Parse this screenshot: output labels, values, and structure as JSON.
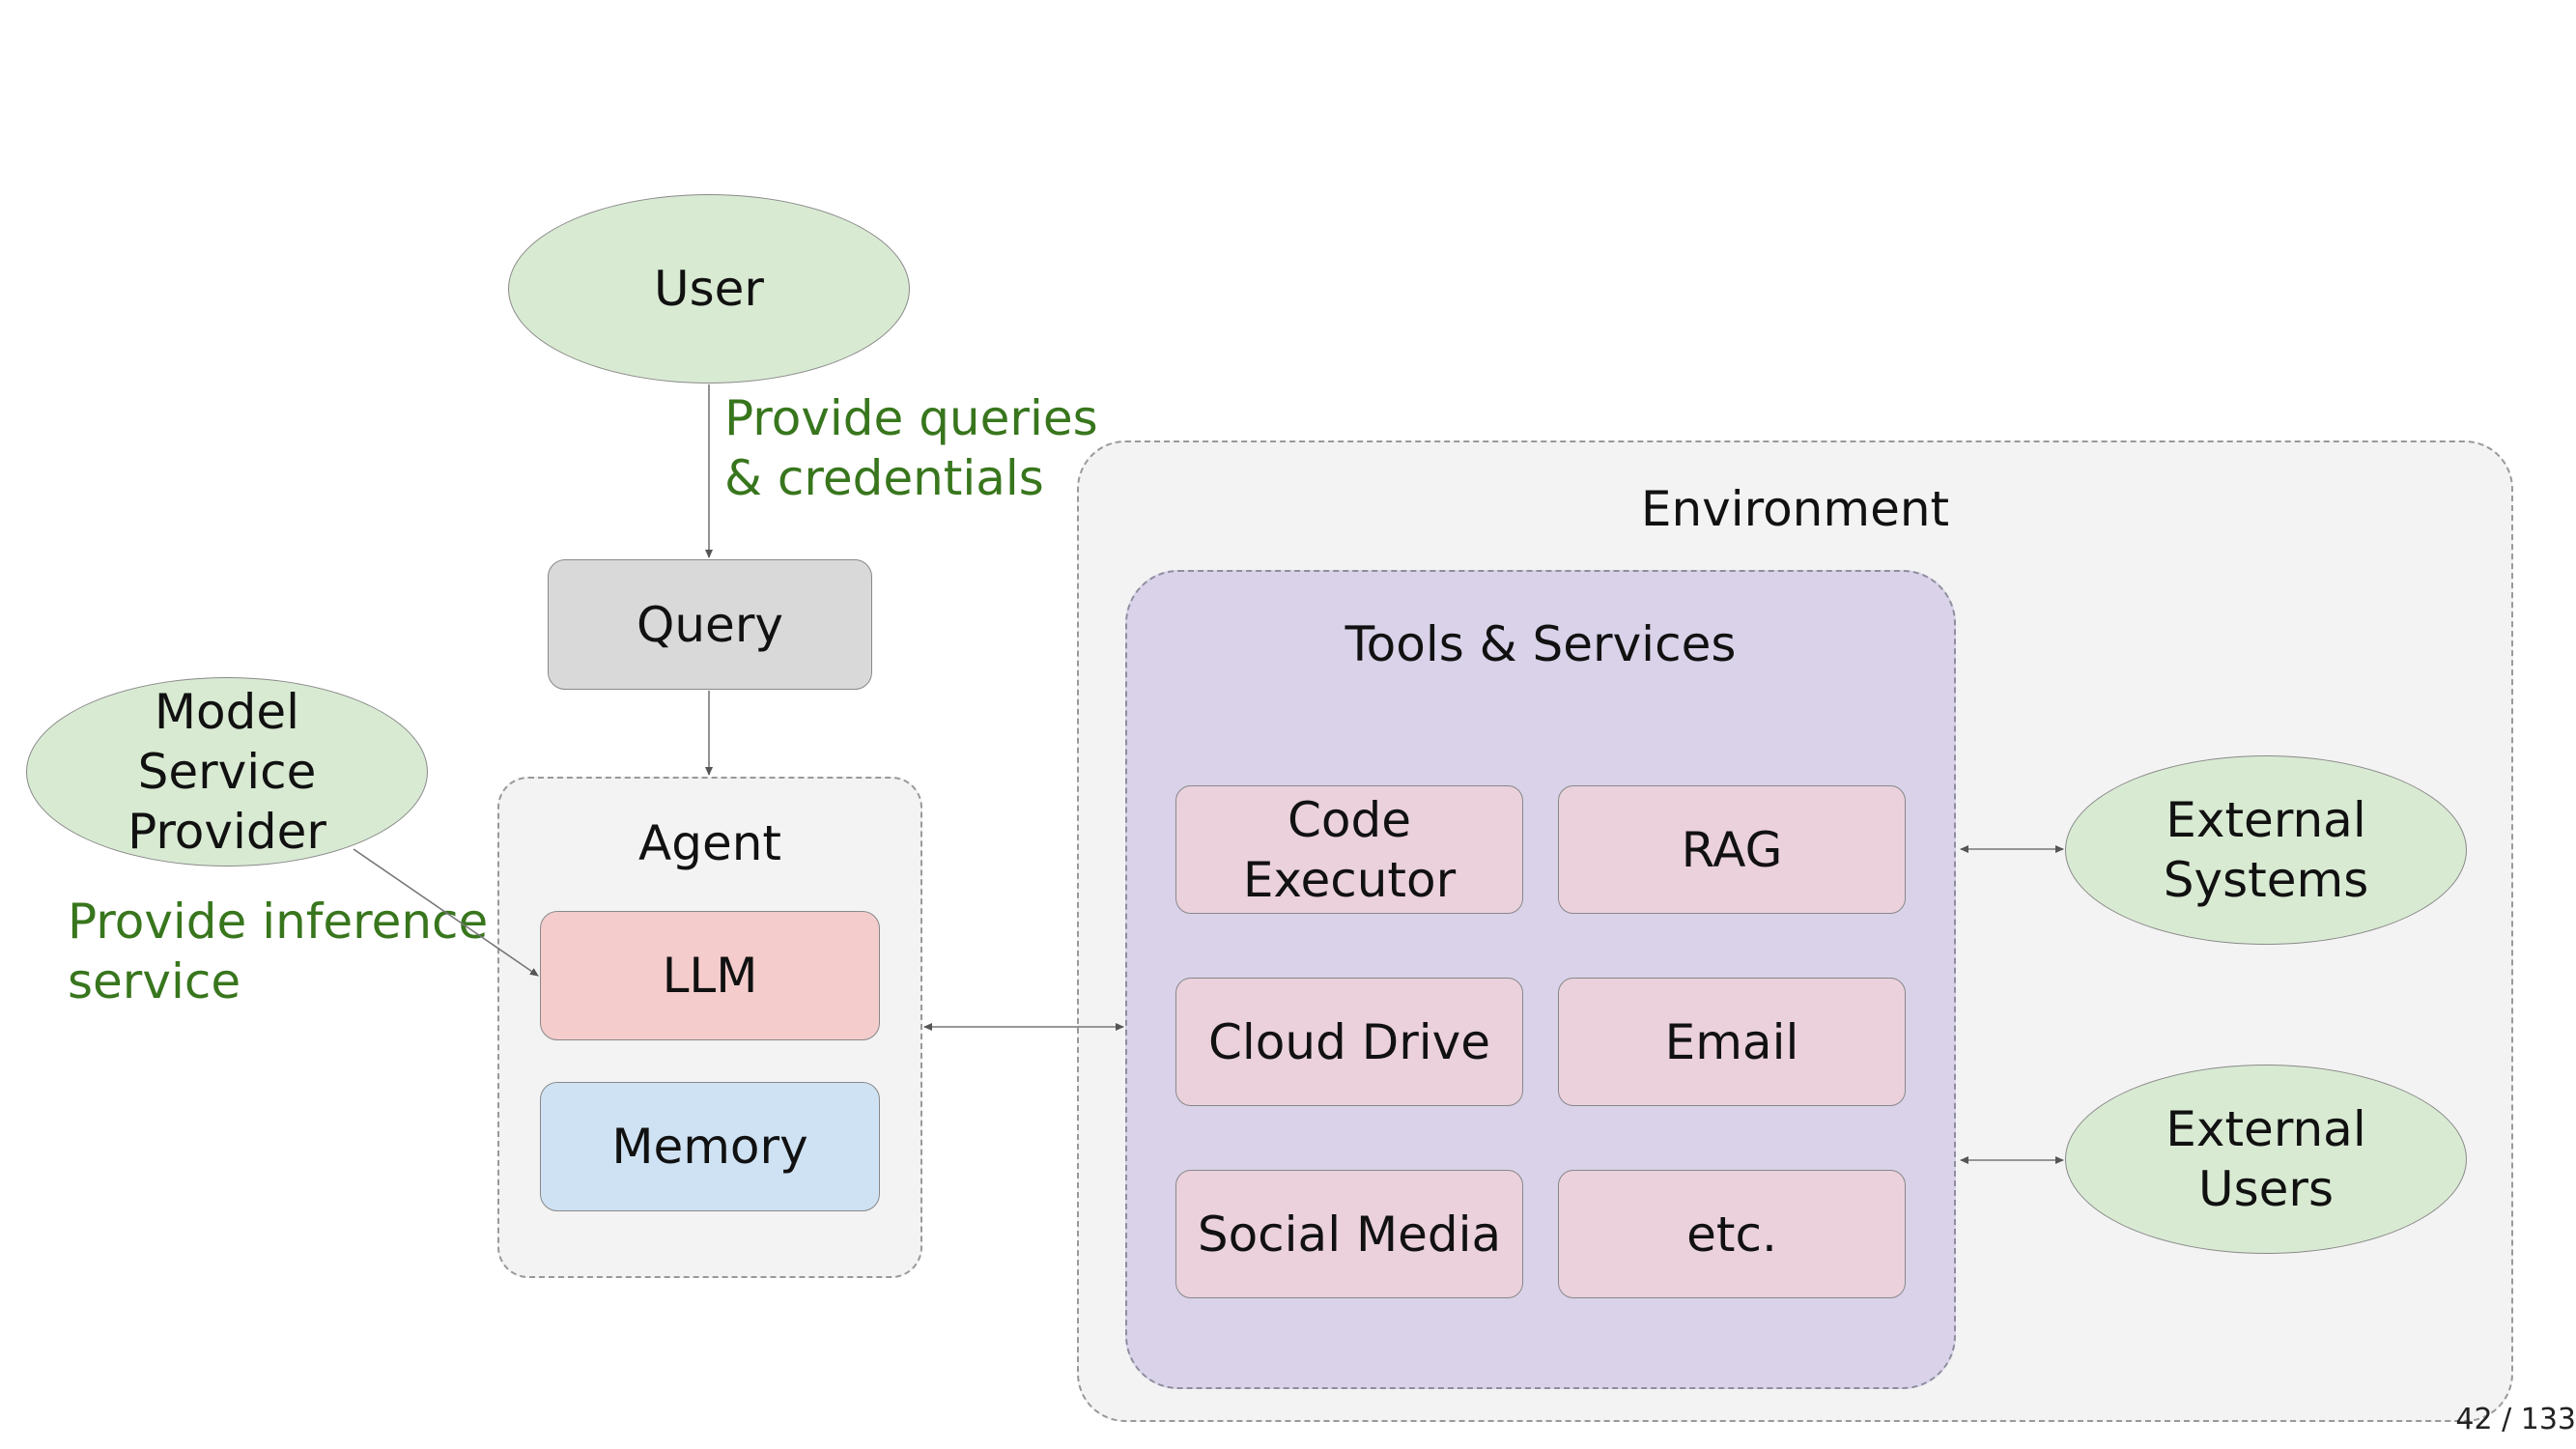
{
  "nodes": {
    "user": "User",
    "query": "Query",
    "model_provider": "Model\nService\nProvider",
    "agent": "Agent",
    "llm": "LLM",
    "memory": "Memory",
    "environment": "Environment",
    "tools_services": "Tools & Services",
    "external_systems": "External\nSystems",
    "external_users": "External\nUsers"
  },
  "tools": {
    "code_executor": "Code\nExecutor",
    "rag": "RAG",
    "cloud_drive": "Cloud Drive",
    "email": "Email",
    "social_media": "Social Media",
    "etc": "etc."
  },
  "annotations": {
    "user_to_query": "Provide queries\n& credentials",
    "provider_to_llm": "Provide inference\nservice"
  },
  "page_indicator": "42 / 133",
  "colors": {
    "ellipse_fill": "#d9ead3",
    "query_fill": "#d9d9d9",
    "container_fill": "#f3f3f3",
    "tools_fill": "#d9d2e9",
    "tool_fill": "#ead1dc",
    "llm_fill": "#f4cccc",
    "memory_fill": "#cfe2f3",
    "annotation_text": "#38761d"
  }
}
